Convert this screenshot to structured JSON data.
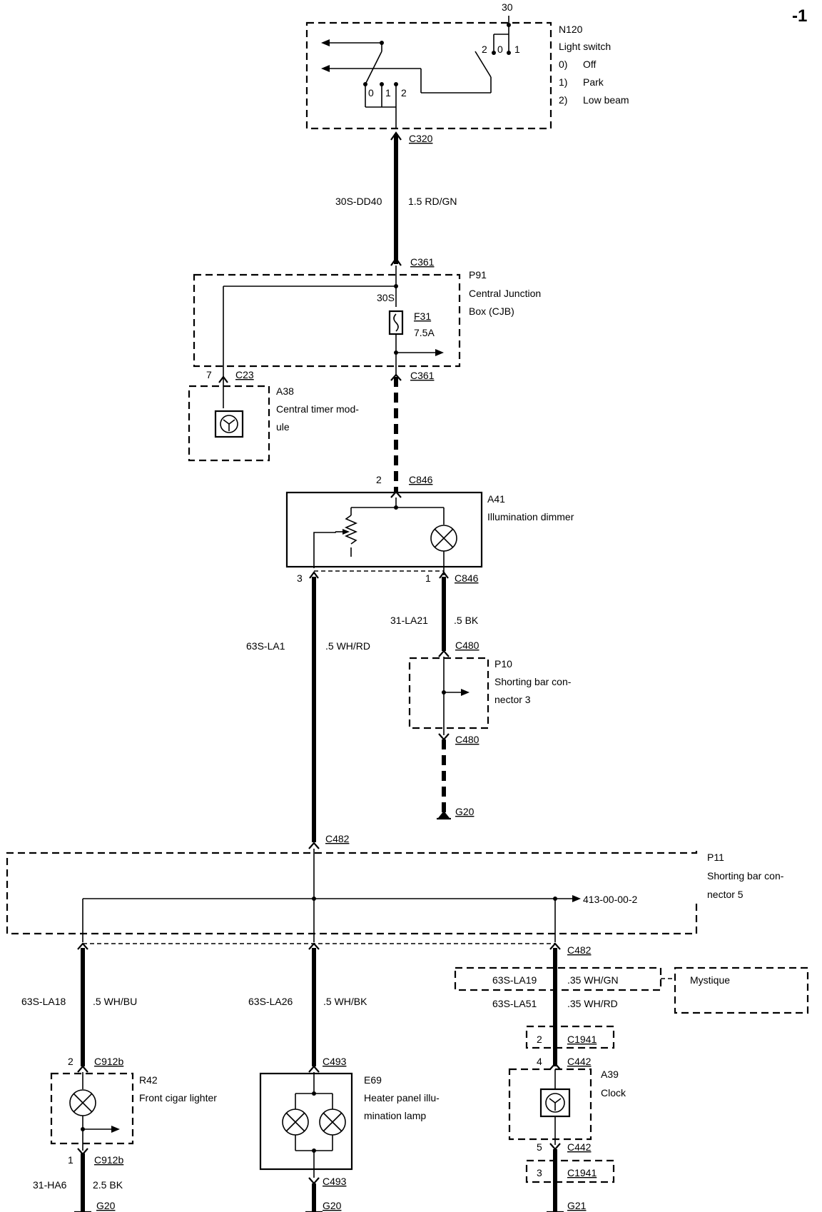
{
  "page_marker": "-1",
  "components": {
    "n120": {
      "ref": "N120",
      "name": "Light switch",
      "pos0": "0)",
      "pos0_label": "Off",
      "pos1": "1)",
      "pos1_label": "Park",
      "pos2": "2)",
      "pos2_label": "Low beam",
      "terminal": "30",
      "contacts_top": [
        "2",
        "0",
        "1"
      ],
      "contacts_bottom": [
        "0",
        "1",
        "2"
      ]
    },
    "p91": {
      "ref": "P91",
      "name_line1": "Central Junction",
      "name_line2": "Box (CJB)",
      "node": "30S",
      "fuse_ref": "F31",
      "fuse_rating": "7.5A"
    },
    "a38": {
      "ref": "A38",
      "name_line1": "Central timer mod-",
      "name_line2": "ule"
    },
    "a41": {
      "ref": "A41",
      "name": "Illumination dimmer"
    },
    "p10": {
      "ref": "P10",
      "name_line1": "Shorting bar con-",
      "name_line2": "nector 3"
    },
    "p11": {
      "ref": "P11",
      "name_line1": "Shorting bar con-",
      "name_line2": "nector 5",
      "reference": "413-00-00-2"
    },
    "r42": {
      "ref": "R42",
      "name": "Front cigar lighter"
    },
    "e69": {
      "ref": "E69",
      "name_line1": "Heater panel illu-",
      "name_line2": "mination lamp"
    },
    "a39": {
      "ref": "A39",
      "name": "Clock"
    },
    "mystique": {
      "name": "Mystique"
    }
  },
  "connectors": {
    "c320": "C320",
    "c361_top": "C361",
    "c361_bot": "C361",
    "c23": "C23",
    "c846_top": "C846",
    "c846_bot": "C846",
    "c480_top": "C480",
    "c480_bot": "C480",
    "c482_top": "C482",
    "c482_bot": "C482",
    "c912b_top": "C912b",
    "c912b_bot": "C912b",
    "c493_top": "C493",
    "c493_bot": "C493",
    "c1941_top": "C1941",
    "c442_top": "C442",
    "c442_bot": "C442",
    "c1941_bot": "C1941"
  },
  "pins": {
    "c23": "7",
    "c846_in": "2",
    "c846_out3": "3",
    "c846_out1": "1",
    "c912b_top": "2",
    "c912b_bot": "1",
    "c1941_top": "2",
    "c442_top": "4",
    "c442_bot": "5",
    "c1941_bot": "3"
  },
  "wires": {
    "w1": {
      "circuit": "30S-DD40",
      "spec": "1.5 RD/GN"
    },
    "w2": {
      "circuit": "63S-LA1",
      "spec": ".5 WH/RD"
    },
    "w3": {
      "circuit": "31-LA21",
      "spec": ".5 BK"
    },
    "w4": {
      "circuit": "63S-LA18",
      "spec": ".5 WH/BU"
    },
    "w5": {
      "circuit": "63S-LA26",
      "spec": ".5 WH/BK"
    },
    "w6": {
      "circuit": "63S-LA19",
      "spec": ".35 WH/GN"
    },
    "w7": {
      "circuit": "63S-LA51",
      "spec": ".35 WH/RD"
    },
    "w8": {
      "circuit": "31-HA6",
      "spec": "2.5 BK"
    }
  },
  "grounds": {
    "g20_a": "G20",
    "g20_b": "G20",
    "g20_c": "G20",
    "g21": "G21"
  }
}
